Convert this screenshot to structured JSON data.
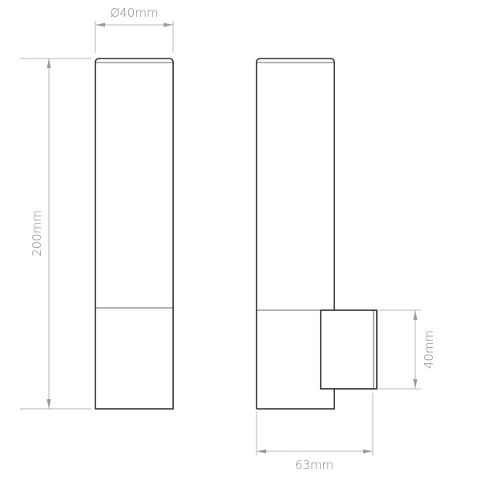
{
  "title": "Wall light dimension drawing",
  "dimensions": {
    "diameter": "Ø40mm",
    "height": "200mm",
    "bracket_height": "40mm",
    "projection": "63mm"
  }
}
